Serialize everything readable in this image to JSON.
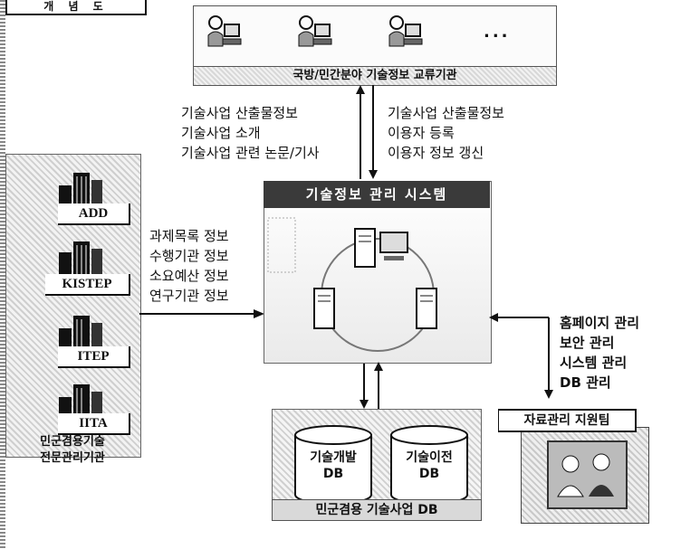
{
  "title_fragment": "개 념 도",
  "top_panel": {
    "ellipsis": "...",
    "caption": "국방/민간분야 기술정보 교류기관"
  },
  "flows": {
    "down_left": [
      "기술사업 산출물정보",
      "기술사업 소개",
      "기술사업 관련 논문/기사"
    ],
    "up_right": [
      "기술사업 산출물정보",
      "이용자 등록",
      "이용자 정보 갱신"
    ],
    "from_orgs": [
      "과제목록 정보",
      "수행기관 정보",
      "소요예산 정보",
      "연구기관 정보"
    ],
    "support": [
      "홈페이지 관리",
      "보안 관리",
      "시스템 관리",
      "DB 관리"
    ]
  },
  "orgs": [
    "ADD",
    "KISTEP",
    "ITEP",
    "IITA"
  ],
  "orgs_caption": [
    "민군겸용기술",
    "전문관리기관"
  ],
  "system_title": "기술정보 관리 시스템",
  "databases": [
    {
      "line1": "기술개발",
      "line2": "DB"
    },
    {
      "line1": "기술이전",
      "line2": "DB"
    }
  ],
  "db_caption": "민군겸용 기술사업 DB",
  "team_label": "자료관리 지원팀"
}
